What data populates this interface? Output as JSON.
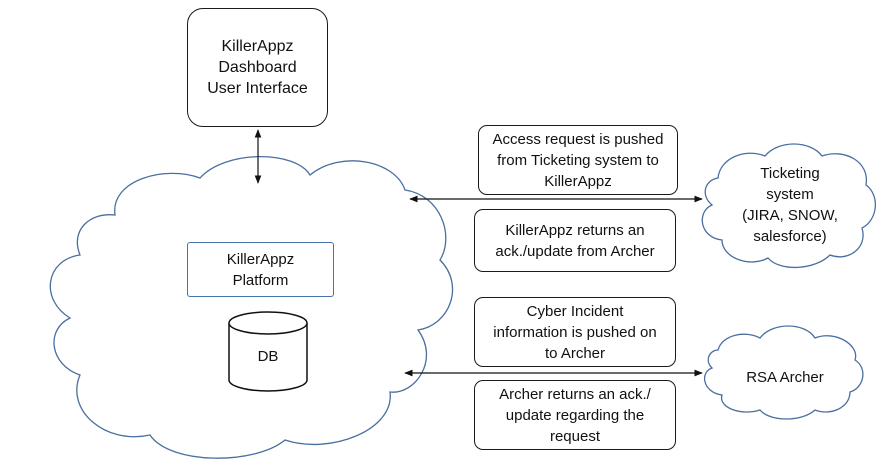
{
  "dashboard": {
    "lines": [
      "KillerAppz",
      "Dashboard",
      "User Interface"
    ]
  },
  "platform": {
    "lines": [
      "KillerAppz",
      "Platform"
    ]
  },
  "db": {
    "label": "DB"
  },
  "ticketing": {
    "lines": [
      "Ticketing",
      "system",
      "(JIRA, SNOW,",
      "salesforce)"
    ]
  },
  "archer": {
    "label": "RSA Archer"
  },
  "notes": {
    "access_request": [
      "Access request is pushed",
      "from Ticketing system to",
      "KillerAppz"
    ],
    "killerappz_returns": [
      "KillerAppz returns an",
      "ack./update from Archer"
    ],
    "cyber_incident": [
      "Cyber Incident",
      "information is pushed on",
      "to Archer"
    ],
    "archer_returns": [
      "Archer returns an ack./",
      "update regarding the",
      "request"
    ]
  },
  "colors": {
    "cloud_stroke": "#4a6f9e",
    "box_stroke": "#1a1a1a",
    "arrow": "#111111"
  }
}
